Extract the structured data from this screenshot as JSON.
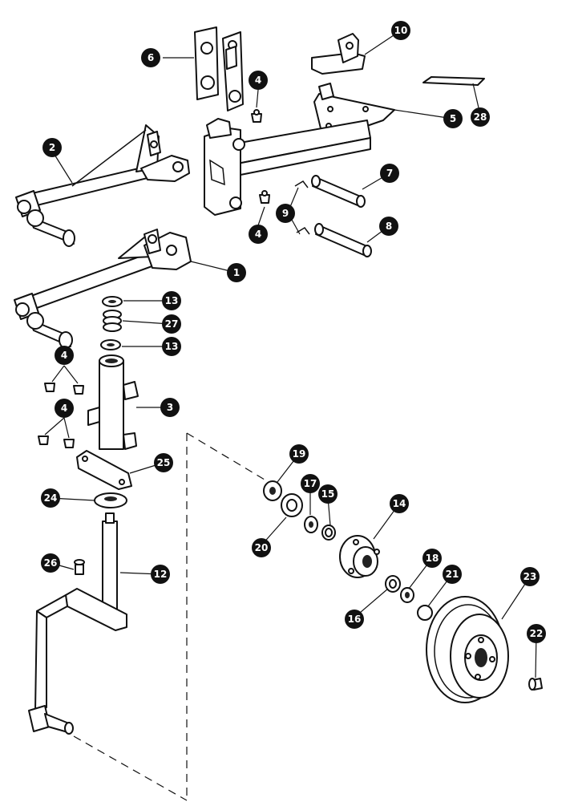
{
  "diagram": {
    "callouts": [
      {
        "label": "1"
      },
      {
        "label": "2"
      },
      {
        "label": "3"
      },
      {
        "label": "4"
      },
      {
        "label": "4"
      },
      {
        "label": "4"
      },
      {
        "label": "4"
      },
      {
        "label": "5"
      },
      {
        "label": "6"
      },
      {
        "label": "7"
      },
      {
        "label": "8"
      },
      {
        "label": "9"
      },
      {
        "label": "10"
      },
      {
        "label": "12"
      },
      {
        "label": "13"
      },
      {
        "label": "13"
      },
      {
        "label": "14"
      },
      {
        "label": "15"
      },
      {
        "label": "16"
      },
      {
        "label": "17"
      },
      {
        "label": "18"
      },
      {
        "label": "19"
      },
      {
        "label": "20"
      },
      {
        "label": "21"
      },
      {
        "label": "22"
      },
      {
        "label": "23"
      },
      {
        "label": "24"
      },
      {
        "label": "25"
      },
      {
        "label": "26"
      },
      {
        "label": "27"
      },
      {
        "label": "28"
      }
    ],
    "colors": {
      "ink": "#111111",
      "badge": "#111111",
      "badge_text": "#ffffff",
      "paper": "#ffffff"
    }
  }
}
